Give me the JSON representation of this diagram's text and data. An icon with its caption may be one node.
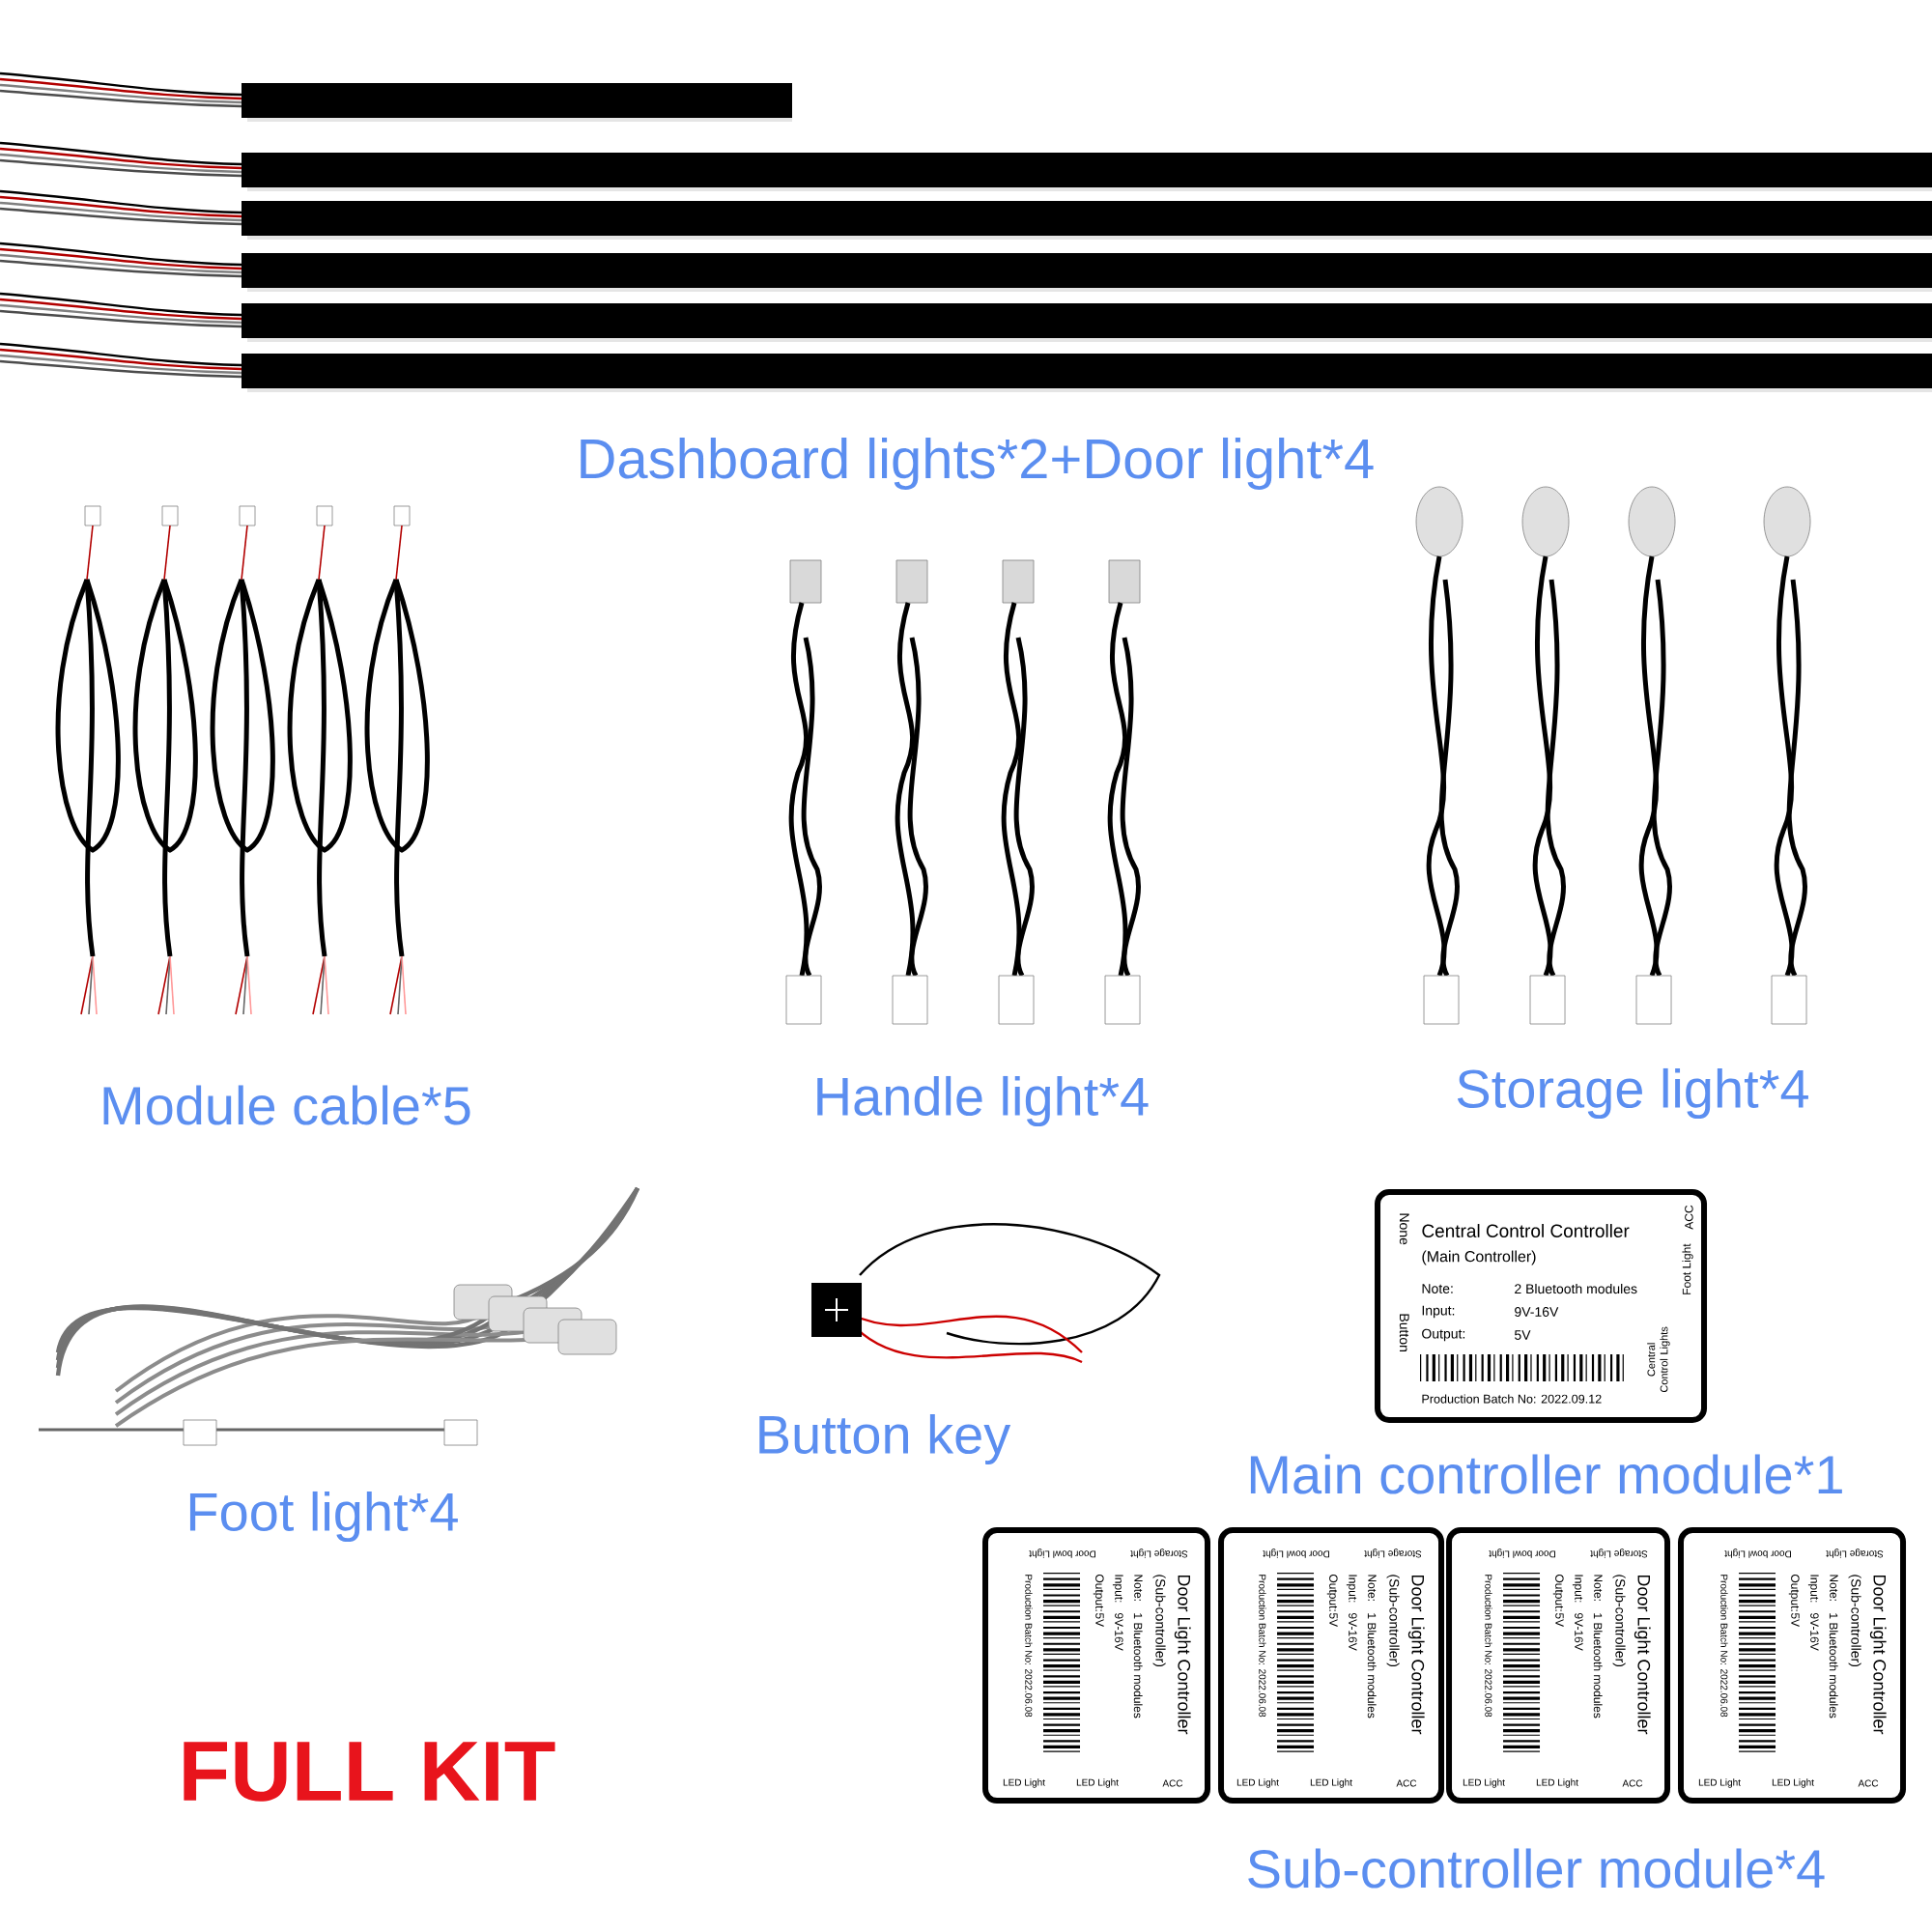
{
  "diagram": {
    "nodes": [
      {
        "text": [
          "Central Control Controller",
          "(Main Controller)",
          "Note:",
          "2 Bluetooth modules",
          "Input:",
          "9V-16V",
          "Output:",
          "5V",
          "Production Batch No: 2022.09.12",
          "None",
          "Button",
          "ACC",
          "Foot Light",
          "Central Control Lights"
        ]
      },
      {
        "text": [
          "Door Light Controller",
          "(Sub-controller)",
          "Note:",
          "1 Bluetooth modules",
          "Input:",
          "9V-16V",
          "Output:",
          "5V",
          "Production Batch No: 2022.06.08",
          "Storage Light",
          "Door bowl Light",
          "LED Light",
          "LED Light",
          "ACC"
        ]
      },
      {
        "text": [
          "Door Light Controller",
          "(Sub-controller)",
          "Note:",
          "1 Bluetooth modules",
          "Input:",
          "9V-16V",
          "Output:",
          "5V",
          "Production Batch No: 2022.06.08",
          "Storage Light",
          "Door bowl Light",
          "LED Light",
          "LED Light",
          "ACC"
        ]
      },
      {
        "text": [
          "Door Light Controller",
          "(Sub-controller)",
          "Note:",
          "1 Bluetooth modules",
          "Input:",
          "9V-16V",
          "Output:",
          "5V",
          "Production Batch No: 2022.06.08",
          "Storage Light",
          "Door bowl Light",
          "LED Light",
          "LED Light",
          "ACC"
        ]
      },
      {
        "text": [
          "Door Light Controller",
          "(Sub-controller)",
          "Note:",
          "1 Bluetooth modules",
          "Input:",
          "9V-16V",
          "Output:",
          "5V",
          "Production Batch No: 2022.06.08",
          "Storage Light",
          "Door bowl Light",
          "LED Light",
          "LED Light",
          "ACC"
        ]
      }
    ],
    "labels": [
      "Dashboard lights*2+Door light*4",
      "Module cable*5",
      "Handle light*4",
      "Storage light*4",
      "Button key",
      "Main controller module*1",
      "Foot light*4",
      "FULL KIT",
      "Sub-controller module*4"
    ]
  }
}
